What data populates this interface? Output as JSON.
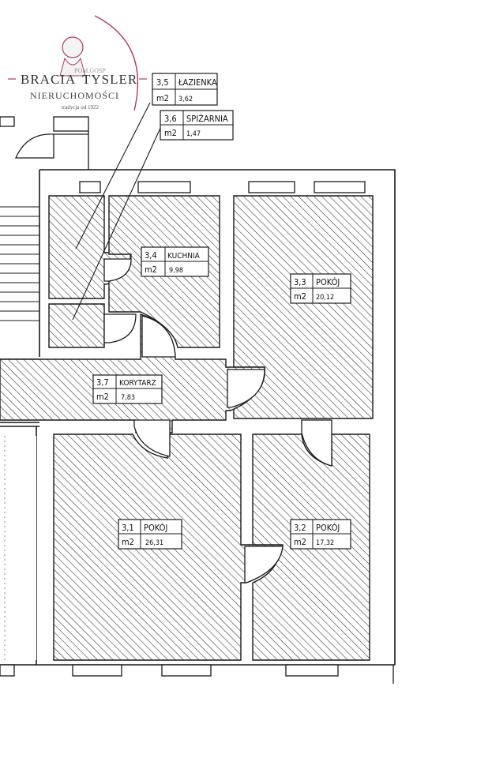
{
  "logo": {
    "brand": "BRACIA TYSLER",
    "brand_left": "BRACIA",
    "brand_right": "TYSLER",
    "subtitle": "NIERUCHOMOŚCI",
    "tagline": "tradycja od 1922",
    "top_mark": "POM.GOSP",
    "ornament_color": "#b23a5a"
  },
  "area_unit": "m2",
  "rooms": [
    {
      "id": "lazienka",
      "number": "3,5",
      "name": "ŁAZIENKA",
      "area": "3,62"
    },
    {
      "id": "spizarnia",
      "number": "3,6",
      "name": "SPIŻARNIA",
      "area": "1,47"
    },
    {
      "id": "kuchnia",
      "number": "3,4",
      "name": "KUCHNIA",
      "area": "9,98"
    },
    {
      "id": "pokoj-33",
      "number": "3,3",
      "name": "POKÓJ",
      "area": "20,12"
    },
    {
      "id": "korytarz",
      "number": "3,7",
      "name": "KORYTARZ",
      "area": "7,83"
    },
    {
      "id": "pokoj-31",
      "number": "3,1",
      "name": "POKÓJ",
      "area": "26,31"
    },
    {
      "id": "pokoj-32",
      "number": "3,2",
      "name": "POKÓJ",
      "area": "17,32"
    }
  ],
  "colors": {
    "line": "#1a1a1a",
    "hatch": "#2a2a2a",
    "paper": "#ffffff"
  }
}
